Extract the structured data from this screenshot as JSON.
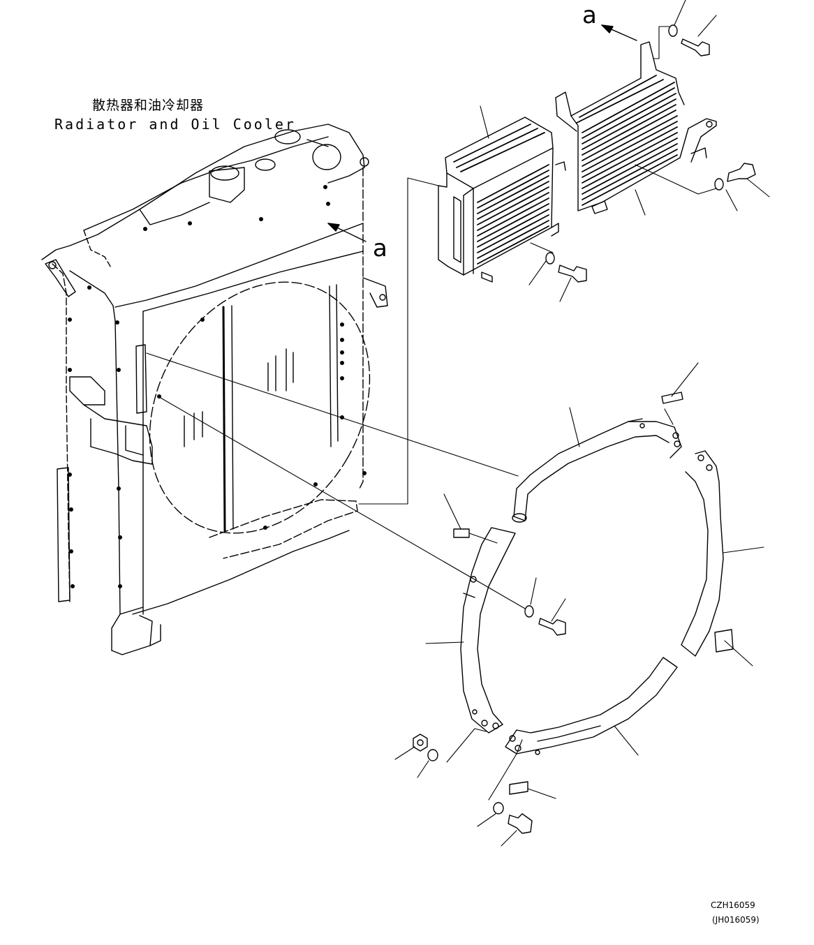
{
  "title": {
    "chinese": "散热器和油冷却器",
    "english": "Radiator and Oil Cooler"
  },
  "view_markers": [
    "a",
    "a"
  ],
  "drawing_code": {
    "primary": "CZH16059",
    "secondary": "(JH016059)"
  },
  "colors": {
    "line": "#000000",
    "background": "#ffffff"
  }
}
